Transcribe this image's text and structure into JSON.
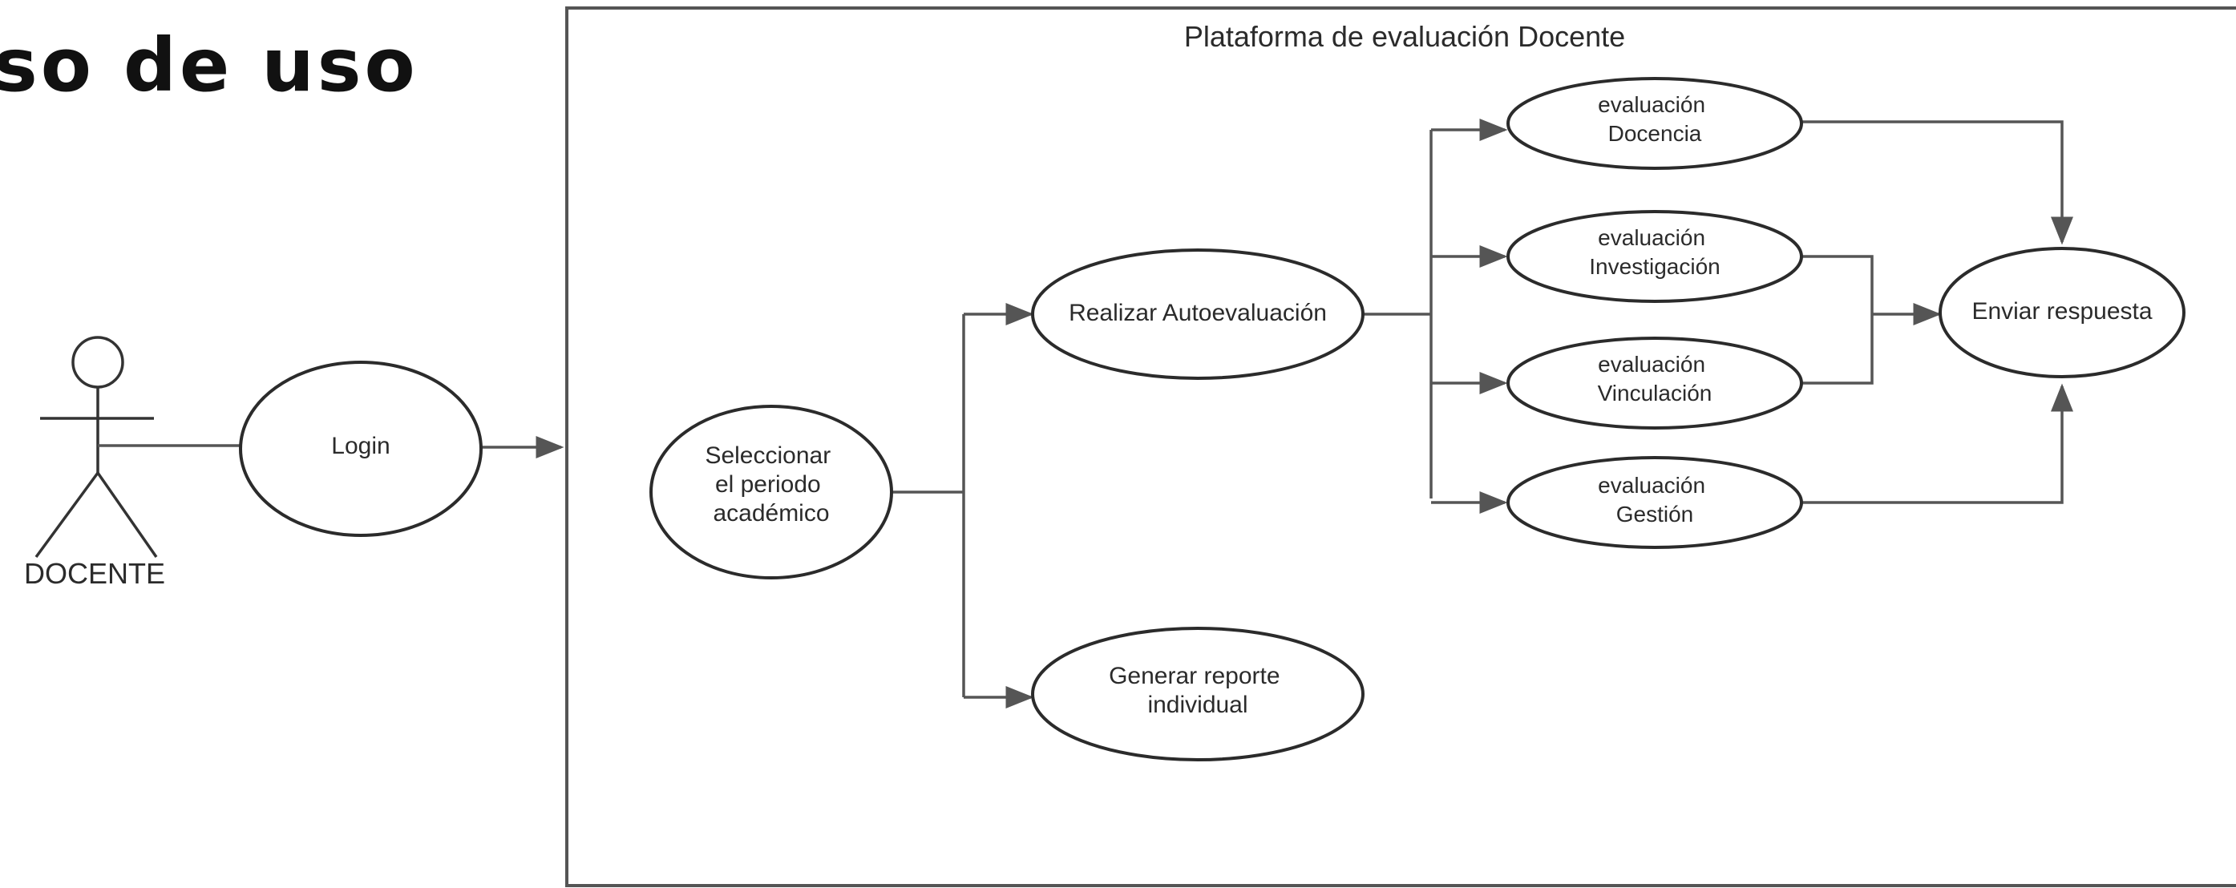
{
  "slide": {
    "title": "so de uso"
  },
  "actor": {
    "label": "DOCENTE"
  },
  "system": {
    "title": "Plataforma de evaluación Docente"
  },
  "use_cases": {
    "login": [
      "Login"
    ],
    "seleccionar": [
      "Seleccionar",
      "el periodo",
      "académico"
    ],
    "autoevaluacion": [
      "Realizar Autoevaluación"
    ],
    "reporte": [
      "Generar reporte",
      "individual"
    ],
    "docencia": [
      "evaluación",
      "Docencia"
    ],
    "investigacion": [
      "evaluación",
      "Investigación"
    ],
    "vinculacion": [
      "evaluación",
      "Vinculación"
    ],
    "gestion": [
      "evaluación",
      "Gestión"
    ],
    "enviar": [
      "Enviar respuesta"
    ]
  },
  "colors": {
    "stroke": "#2b2b2b",
    "connector": "#555555",
    "background": "#ffffff"
  }
}
